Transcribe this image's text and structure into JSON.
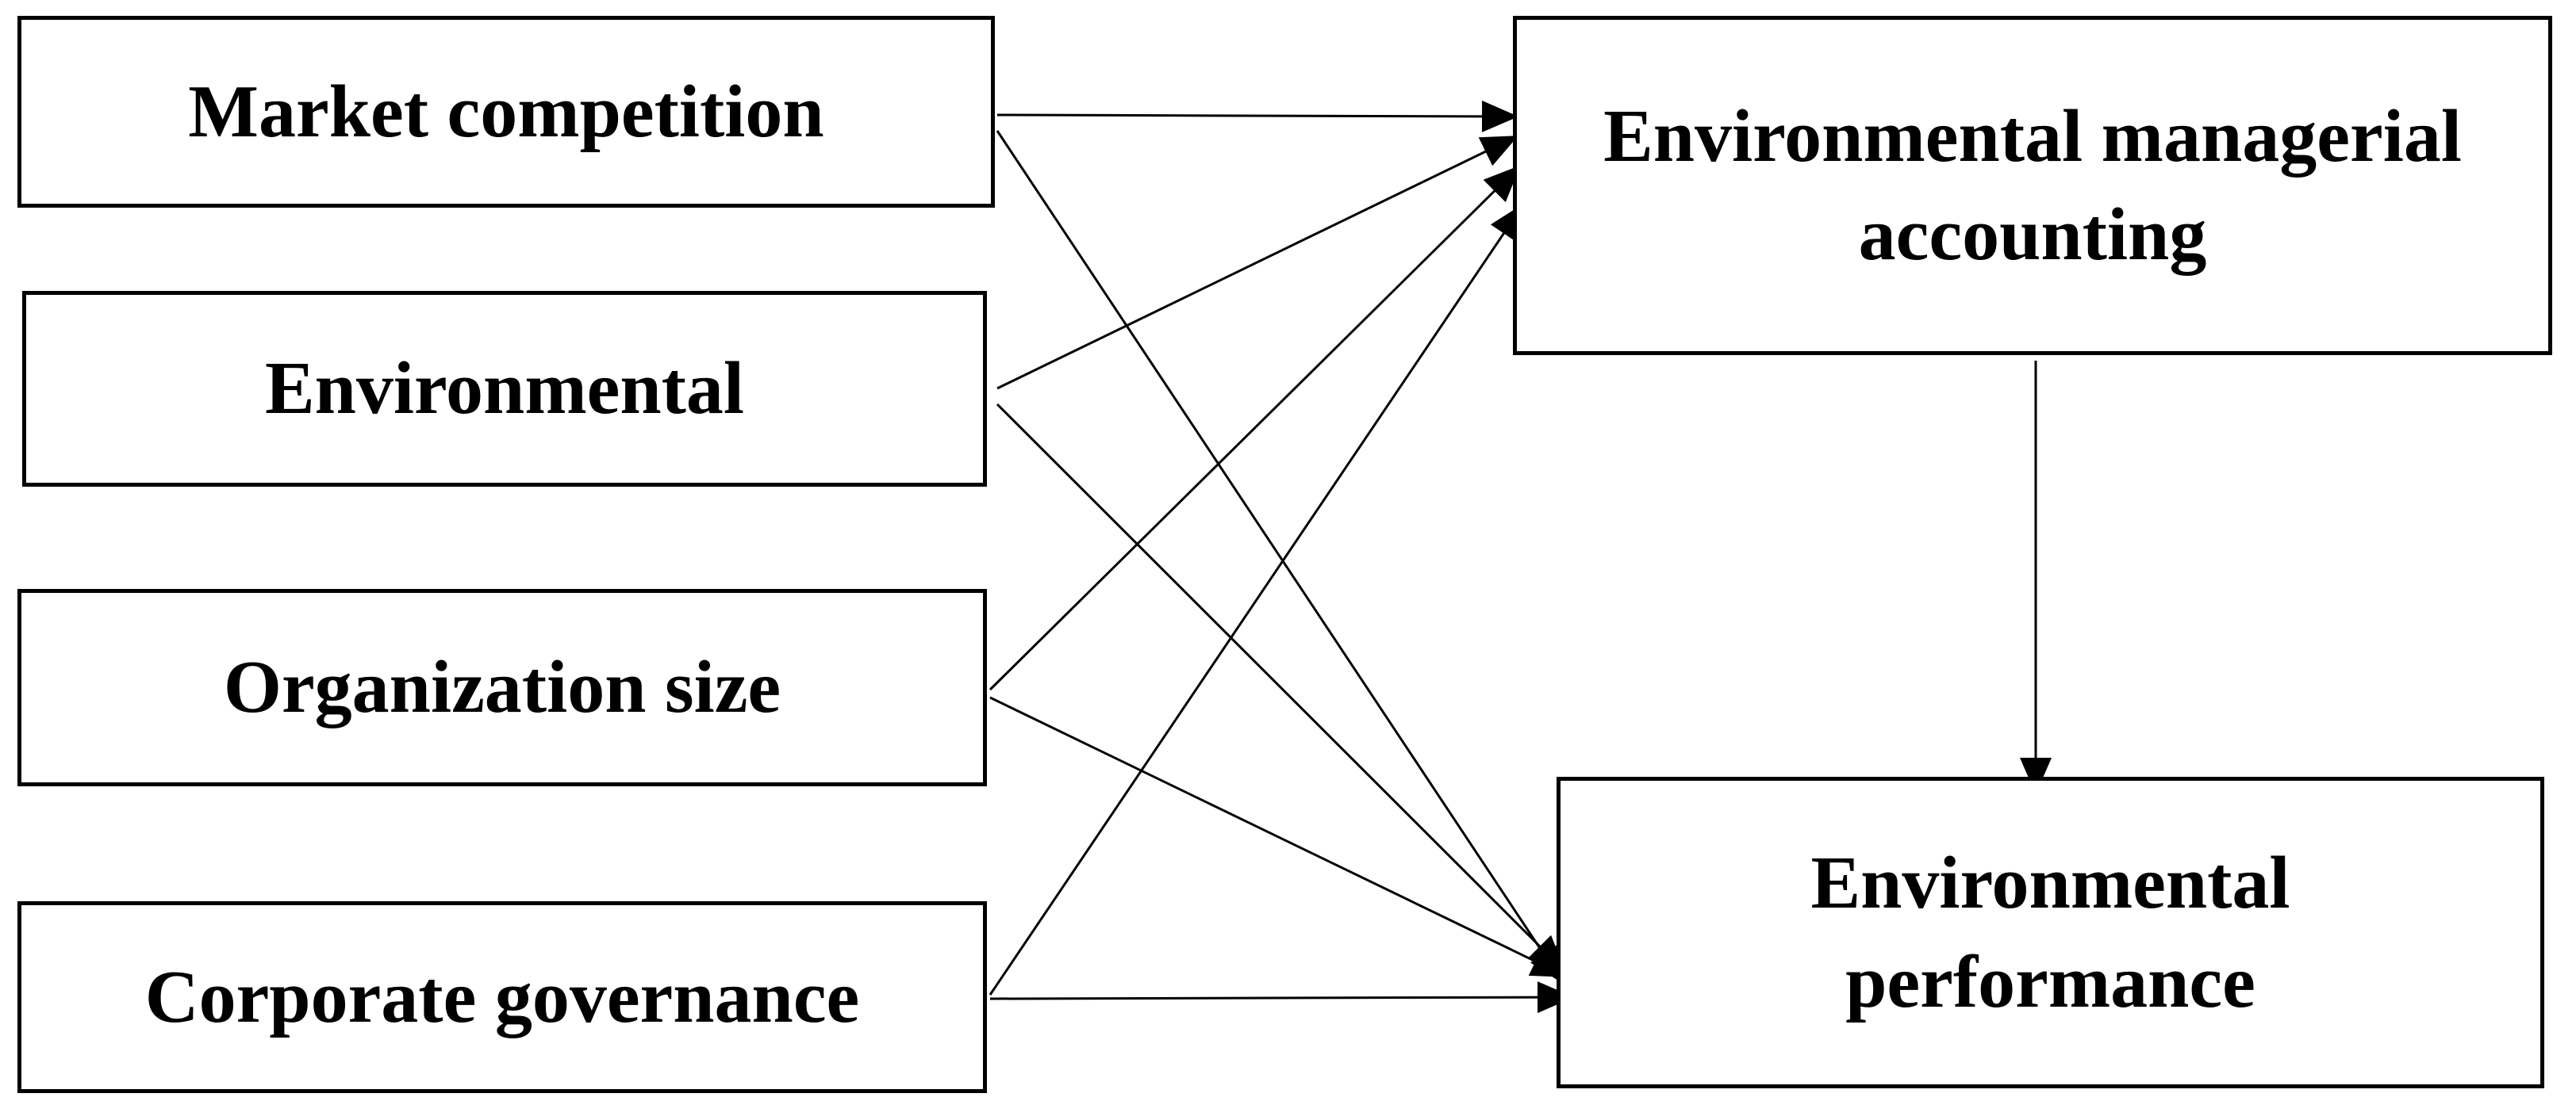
{
  "diagram": {
    "nodes": {
      "market_competition": "Market competition",
      "environmental": "Environmental",
      "organization_size": "Organization size",
      "corporate_governance": "Corporate governance",
      "ema_line1": "Environmental managerial",
      "ema_line2": "accounting",
      "ep_line1": "Environmental",
      "ep_line2": "performance"
    },
    "edges": [
      {
        "from": "Market competition",
        "to": "Environmental managerial accounting"
      },
      {
        "from": "Market competition",
        "to": "Environmental performance"
      },
      {
        "from": "Environmental",
        "to": "Environmental managerial accounting"
      },
      {
        "from": "Environmental",
        "to": "Environmental performance"
      },
      {
        "from": "Organization size",
        "to": "Environmental managerial accounting"
      },
      {
        "from": "Organization size",
        "to": "Environmental performance"
      },
      {
        "from": "Corporate governance",
        "to": "Environmental managerial accounting"
      },
      {
        "from": "Corporate governance",
        "to": "Environmental performance"
      },
      {
        "from": "Environmental managerial accounting",
        "to": "Environmental performance"
      }
    ],
    "line_color": "#000000"
  }
}
